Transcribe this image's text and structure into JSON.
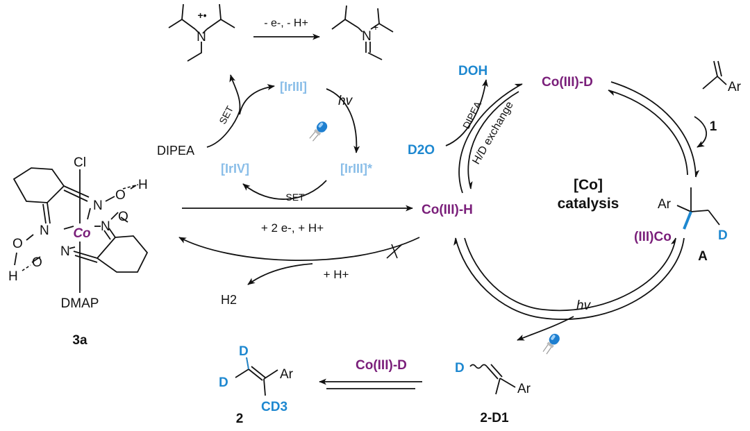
{
  "colors": {
    "black": "#111111",
    "purple": "#7a1f7a",
    "blue": "#1e88d0",
    "light_blue": "#89bde8"
  },
  "amine": {
    "radical_cation_mark": "+•",
    "n": "N",
    "iminium_n": "N",
    "iminium_plus": "+",
    "oxidation_label": "- e-, - H+"
  },
  "ir_cycle": {
    "ir3": "[IrIII]",
    "ir3_excited": "[IrIII]*",
    "ir4": "[IrIV]",
    "hv": "hv",
    "set_left": "SET",
    "set_bottom": "SET",
    "dipea": "DIPEA"
  },
  "catalyst_3a": {
    "cl": "Cl",
    "co": "Co",
    "dmap": "DMAP",
    "n": "N",
    "o": "O",
    "h": "H",
    "label": "3a"
  },
  "middle": {
    "reduction_label": "+ 2 e-, + H+",
    "protonation_label": "+ H+",
    "h2": "H2"
  },
  "co_cycle": {
    "co_d_label": "Co(III)-D",
    "co_h_label": "Co(III)-H",
    "center_line1": "[Co]",
    "center_line2": "catalysis",
    "doh": "DOH",
    "d2o": "D2O",
    "dipea": "DIPEA",
    "exchange": "H/D exchange",
    "hv": "hv",
    "ar": "Ar",
    "d": "D",
    "co_alkyl": "(III)Co",
    "substrate_label": "1",
    "intermediate_label": "A"
  },
  "products": {
    "p2d1_label": "2-D1",
    "p2_label": "2",
    "reagent": "Co(III)-D",
    "cd3": "CD3",
    "d": "D",
    "ar": "Ar"
  }
}
